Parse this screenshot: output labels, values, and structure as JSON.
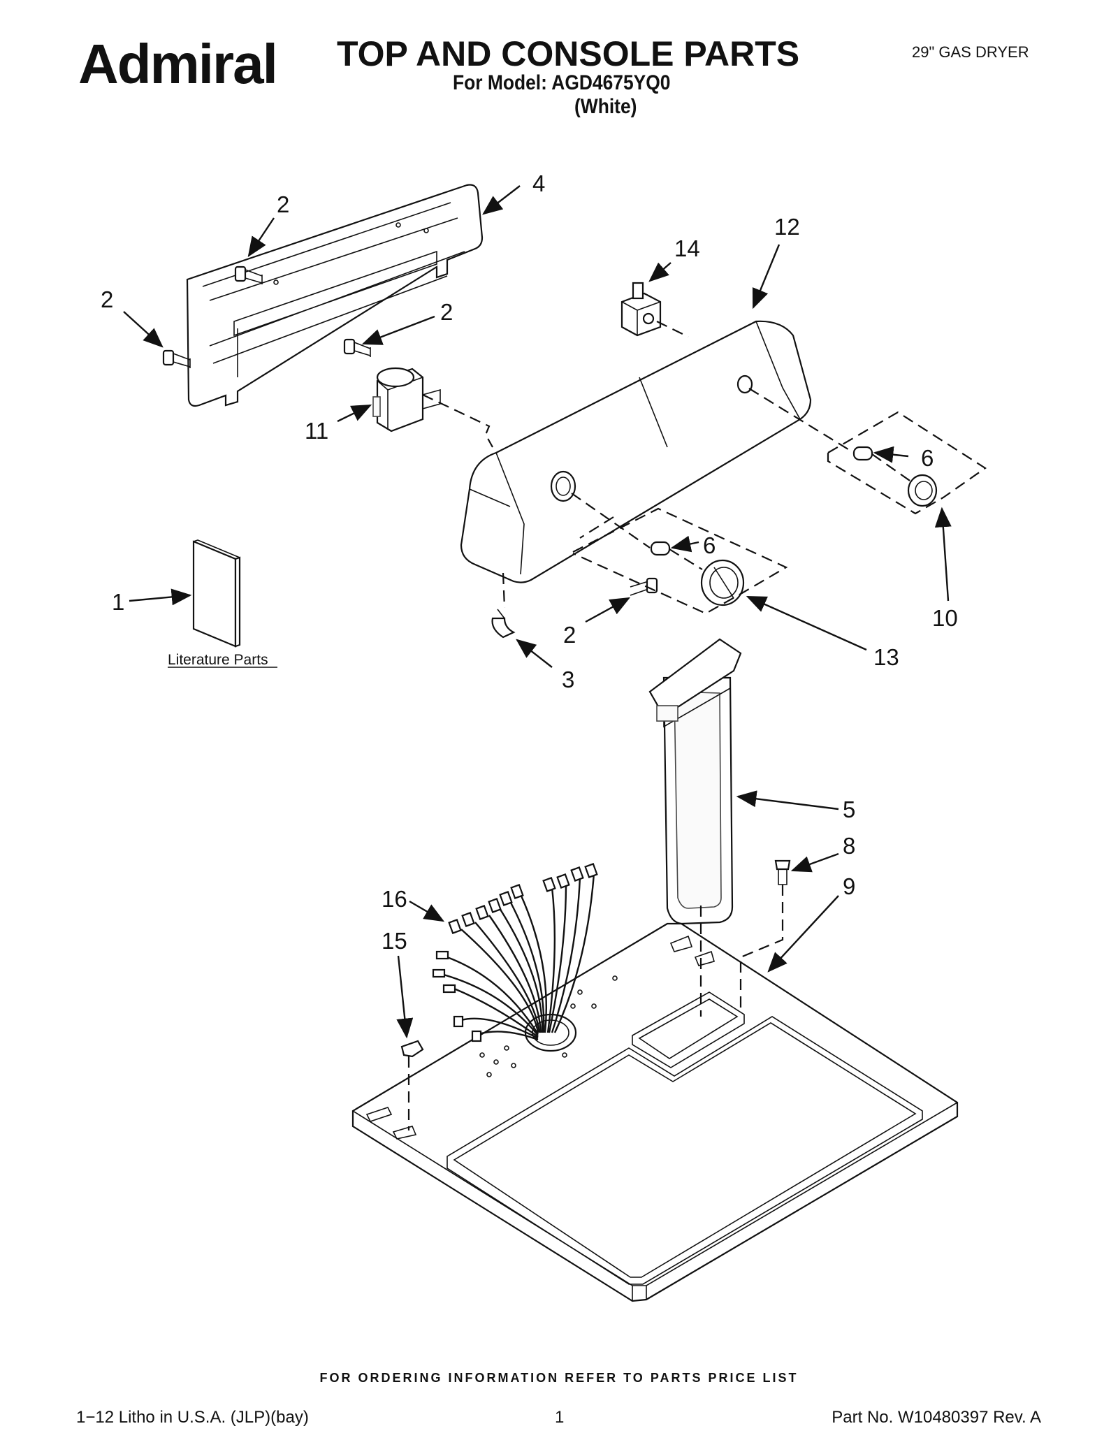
{
  "header": {
    "brand": "Admiral",
    "title": "TOP AND CONSOLE PARTS",
    "model_line": "For Model: AGD4675YQ0",
    "color_line": "(White)",
    "product_type": "29\" GAS DRYER"
  },
  "callouts": {
    "c1": "1",
    "c2a": "2",
    "c2b": "2",
    "c2c": "2",
    "c2d": "2",
    "c3": "3",
    "c4": "4",
    "c5": "5",
    "c6a": "6",
    "c6b": "6",
    "c8": "8",
    "c9": "9",
    "c10": "10",
    "c11": "11",
    "c12": "12",
    "c13": "13",
    "c14": "14",
    "c15": "15",
    "c16": "16"
  },
  "literature_label": "Literature Parts",
  "footer": {
    "ordering_note": "FOR ORDERING INFORMATION REFER TO PARTS PRICE LIST",
    "litho": "1−12 Litho in U.S.A. (JLP)(bay)",
    "page": "1",
    "part_no": "Part No. W10480397 Rev. A"
  }
}
